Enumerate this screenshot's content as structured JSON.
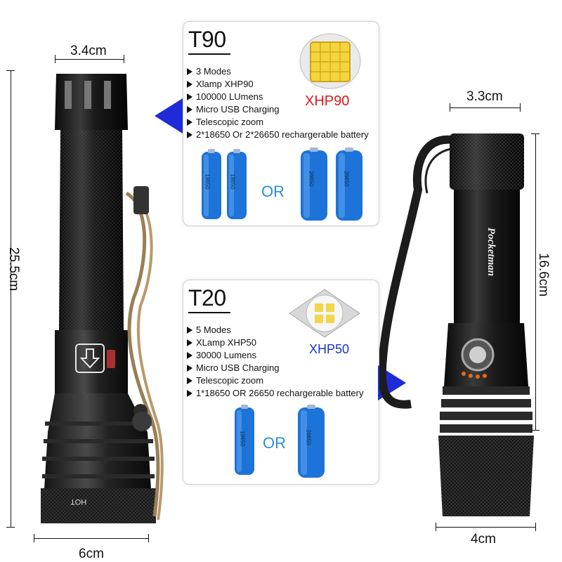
{
  "dimensions": {
    "left_top_width": "3.4cm",
    "left_length": "25.5cm",
    "left_bottom_width": "6cm",
    "right_top_width": "3.3cm",
    "right_length": "16.6cm",
    "right_bottom_width": "4cm"
  },
  "t90": {
    "model": "T90",
    "features": [
      "3 Modes",
      "Xlamp XHP90",
      "100000 LUmens",
      "Micro USB Charging",
      "Telescopic zoom",
      "2*18650 Or 2*26650 rechargerable battery"
    ],
    "chip_label": "XHP90",
    "or_label": "OR"
  },
  "t20": {
    "model": "T20",
    "features": [
      "5 Modes",
      "XLamp XHP50",
      "30000 Lumens",
      "Micro USB Charging",
      "Telescopic zoom",
      "1*18650 OR 26650 rechargerable battery"
    ],
    "chip_label": "XHP50",
    "or_label": "OR"
  },
  "battery_labels": {
    "b18650": "18650",
    "b26650": "26650"
  },
  "brand": "Pocketman",
  "hot_stamp": "HOT",
  "colors": {
    "xhp90_label": "#e0161b",
    "xhp50_label": "#1a35c9",
    "or_text": "#2a8fd8",
    "pointer_blue": "#1f2bd6",
    "battery_blue": "#1d73d8"
  }
}
